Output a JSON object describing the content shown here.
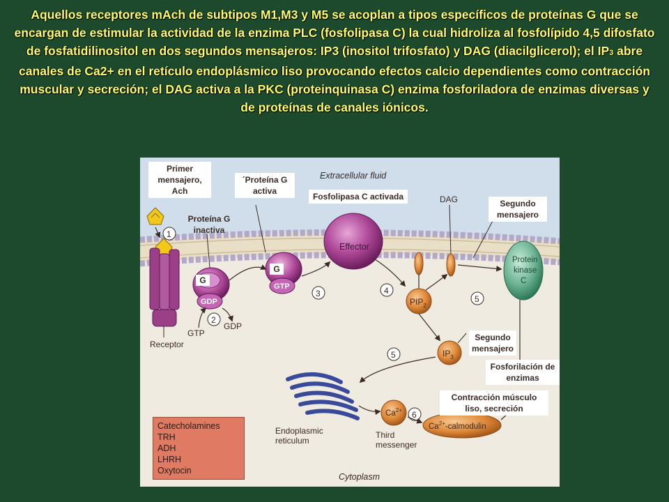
{
  "title": {
    "part1": "Aquellos receptores mAch de subtipos M1,M3 y M5 se acoplan a tipos específicos de proteínas G que se encargan de estimular la actividad de la enzima PLC (fosfolipasa C) la cual hidroliza al fosfolípido 4,5 difosfato de fosfatidilinositol en dos segundos mensajeros: IP3 (inositol trifosfato) y DAG (diacilglicerol); el IP",
    "sub": "3",
    "part2": " abre canales de Ca2+ en el retículo endoplásmico liso provocando efectos calcio dependientes como contracción muscular y secreción; el DAG activa a la PKC (proteinquinasa C) enzima fosforiladora de enzimas diversas y de proteínas de canales iónicos."
  },
  "diagram": {
    "extracellular": "Extracellular fluid",
    "cytoplasm": "Cytoplasm",
    "effector": "Effector",
    "receptor": "Receptor",
    "dag": "DAG",
    "pip2": "PIP",
    "pip2_sub": "2",
    "ip3": "IP",
    "ip3_sub": "3",
    "pkc_line1": "Protein",
    "pkc_line2": "kinase",
    "pkc_line3": "C",
    "gdp": "GDP",
    "gtp": "GTP",
    "gtp_in": "GTP",
    "gdp_out": "GDP",
    "g_label": "G",
    "ca": "Ca",
    "ca_sup": "2+",
    "ca_calmodulin_prefix": "Ca",
    "ca_calmodulin_sup": "2+",
    "ca_calmodulin_suffix": "-calmodulin",
    "er_line1": "Endoplasmic",
    "er_line2": "reticulum",
    "third_line1": "Third",
    "third_line2": "messenger",
    "steps": [
      "1",
      "2",
      "3",
      "4",
      "5",
      "5",
      "6"
    ]
  },
  "labels": {
    "primer_mensajero": "Primer mensajero, Ach",
    "proteina_g_activa": "´Proteína G activa",
    "fosfolipasa": "Fosfolipasa C activada",
    "segundo_mensajero_1": "Segundo mensajero",
    "proteina_g_inactiva": "Proteína G inactiva",
    "g_inactive": "G",
    "g_active": "G",
    "segundo_mensajero_2": "Segundo mensajero",
    "fosforilacion": "Fosforilación de enzimas",
    "contraccion": "Contracción músculo liso, secreción"
  },
  "hormones": [
    "Catecholamines",
    "TRH",
    "ADH",
    "LHRH",
    "Oxytocin"
  ],
  "colors": {
    "background": "#1d4a2c",
    "title_text": "#ffff66",
    "extracellular": "#cfdeea",
    "cytoplasm": "#f0ebe1",
    "membrane_head": "#b2a8c8",
    "effector": "#9c2f86",
    "pkc": "#5fa486",
    "receptor": "#9a3f88",
    "orange_molecule": "#e08a3a",
    "hormone_box": "#e07a62"
  }
}
